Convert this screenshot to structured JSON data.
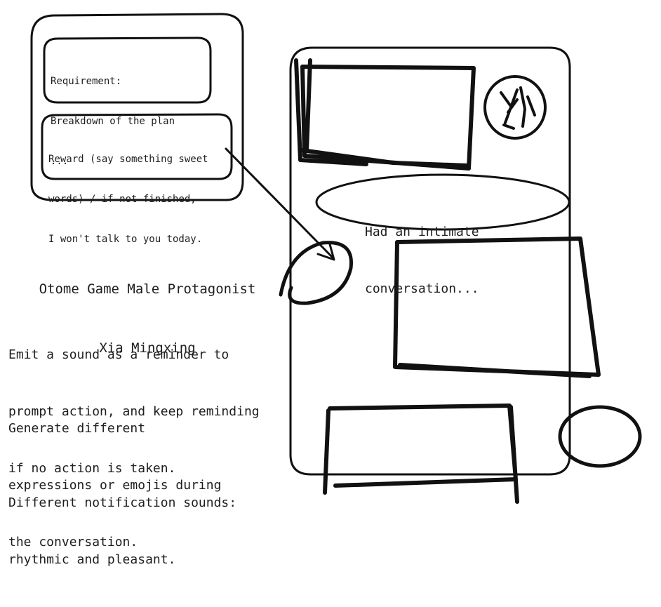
{
  "cards": {
    "requirement": [
      "Requirement:",
      "Breakdown of the plan",
      "..."
    ],
    "reward": [
      "Reward (say something sweet",
      "words) / if not finished,",
      "I won't talk to you today."
    ]
  },
  "bubble": [
    "Had an intimate",
    "conversation..."
  ],
  "title": [
    "Otome Game Male Protagonist",
    "Xia Mingxing"
  ],
  "notes": {
    "sound_reminder": [
      "Emit a sound as a reminder to",
      "prompt action, and keep reminding",
      "if no action is taken."
    ],
    "expressions": [
      "Generate different",
      "expressions or emojis during",
      "the conversation."
    ],
    "notification": [
      "Different notification sounds:",
      "rhythmic and pleasant."
    ]
  }
}
